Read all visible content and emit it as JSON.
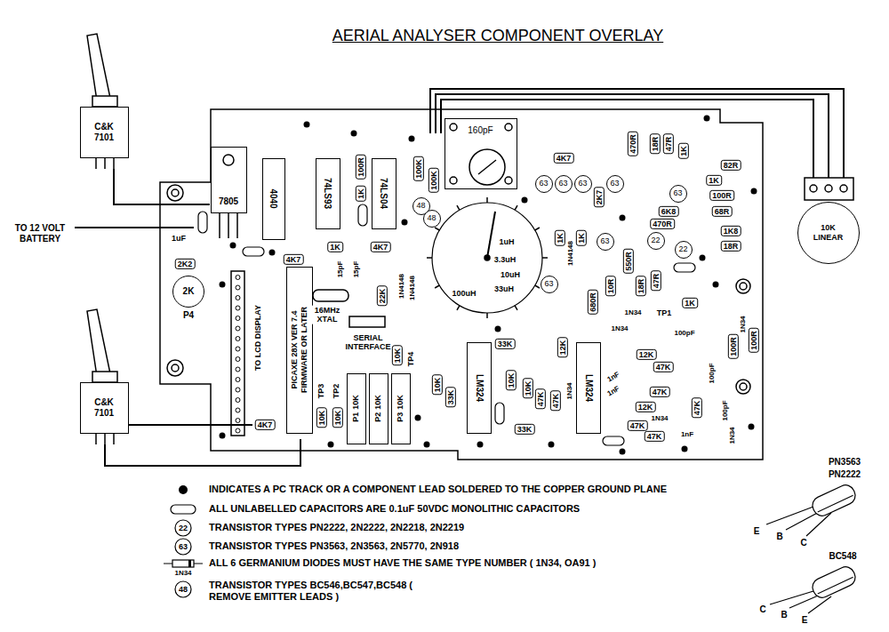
{
  "diagram": {
    "title": "AERIAL ANALYSER COMPONENT OVERLAY",
    "nodes": [
      {
        "text": [
          "C&K 7101"
        ]
      },
      {
        "text": [
          "7805"
        ]
      },
      {
        "text": [
          "4040"
        ]
      },
      {
        "text": [
          "74LS93"
        ]
      },
      {
        "text": [
          "74LS04"
        ]
      },
      {
        "text": [
          "160pF"
        ]
      },
      {
        "text": [
          "63"
        ]
      },
      {
        "text": [
          "63"
        ]
      },
      {
        "text": [
          "63"
        ]
      },
      {
        "text": [
          "63"
        ]
      },
      {
        "text": [
          "63"
        ]
      },
      {
        "text": [
          "48"
        ]
      },
      {
        "text": [
          "48"
        ]
      },
      {
        "text": [
          "10K LINEAR"
        ]
      },
      {
        "text": [
          "22"
        ]
      },
      {
        "text": [
          "63"
        ]
      },
      {
        "text": [
          "22"
        ]
      },
      {
        "text": [
          "2K",
          "P4"
        ]
      },
      {
        "text": [
          "PICAXE 28X VER 7.4 FIRMWARE OR LATER"
        ]
      },
      {
        "text": [
          "63"
        ]
      },
      {
        "text": [
          "LM324"
        ]
      },
      {
        "text": [
          "LM324"
        ]
      },
      {
        "text": [
          "P1",
          "10K"
        ]
      },
      {
        "text": [
          "P2",
          "10K"
        ]
      },
      {
        "text": [
          "P3",
          "10K"
        ]
      },
      {
        "text": [
          "C&K 7101"
        ]
      }
    ],
    "labels": [
      "TO 12 VOLT BATTERY",
      "1uF",
      "2K2",
      "TO LCD DISPLAY",
      "4K7",
      "1K",
      "4K7",
      "15pF",
      "15pF",
      "16MHz XTAL",
      "22K",
      "1N4148",
      "1N4148",
      "SERIAL INTERFACE",
      "10K",
      "TP4",
      "TP3",
      "TP2",
      "10K",
      "10K",
      "4K7",
      "100R",
      "1K",
      "100K",
      "100K",
      "4K7",
      "470R",
      "18R",
      "47R",
      "1K",
      "82R",
      "2K7",
      "1K",
      "100R",
      "6K8",
      "68R",
      "470R",
      "1K8",
      "18R",
      "1uH",
      "3.3uH",
      "10uH",
      "33uH",
      "100uH",
      "1K",
      "1N4148",
      "1K",
      "550R",
      "10R",
      "18R",
      "47R",
      "680R",
      "1N34",
      "TP1",
      "1K",
      "1N34",
      "100pF",
      "1N34",
      "100R",
      "100R",
      "33K",
      "12K",
      "12K",
      "47K",
      "100pF",
      "1nF",
      "1nF",
      "1N34",
      "47K",
      "12K",
      "47K",
      "100pF",
      "1N34",
      "47K",
      "47K",
      "1nF",
      "1N34",
      "10K",
      "33K",
      "10K",
      "10K",
      "47K",
      "47K",
      "33K",
      "PN3563",
      "PN2222",
      "E",
      "B",
      "C",
      "BC548",
      "C",
      "B",
      "E",
      "22",
      "63",
      "1N34",
      "48"
    ],
    "legend": [
      {
        "text": "INDICATES A PC TRACK OR A COMPONENT LEAD SOLDERED TO THE COPPER GROUND PLANE"
      },
      {
        "text": "ALL UNLABELLED CAPACITORS ARE 0.1uF 50VDC MONOLITHIC CAPACITORS"
      },
      {
        "text": "TRANSISTOR TYPES PN2222, 2N2222, 2N2218, 2N2219"
      },
      {
        "text": "TRANSISTOR TYPES PN3563, 2N3563, 2N5770, 2N918"
      },
      {
        "text": "ALL 6 GERMANIUM DIODES MUST HAVE THE SAME TYPE NUMBER ( 1N34, OA91 )"
      },
      {
        "text": "TRANSISTOR TYPES BC546,BC547,BC548 ( REMOVE EMITTER LEADS )"
      }
    ]
  }
}
